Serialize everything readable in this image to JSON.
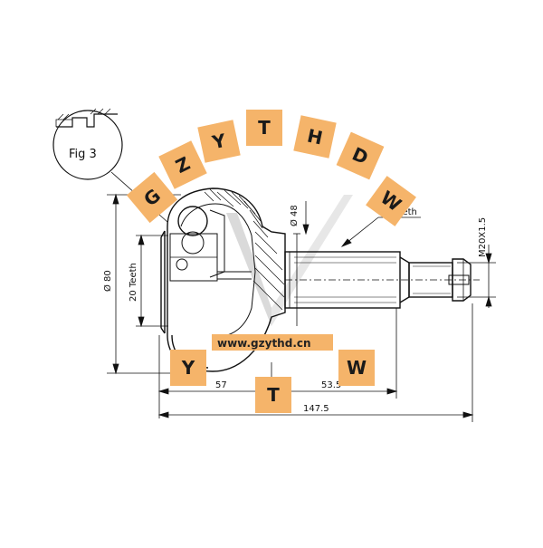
{
  "watermark": {
    "letters": [
      "G",
      "Z",
      "Y",
      "T",
      "H",
      "D",
      "W"
    ],
    "bottom_letters": [
      "Y",
      "T",
      "W"
    ],
    "url": "www.gzythd.cn",
    "tile_color": "#f5b46a",
    "url_bg_color": "#f5b46a"
  },
  "figure": {
    "callout": "Fig 3"
  },
  "dimensions": {
    "diameter_left": "Ø 80",
    "teeth_left": "20 Teeth",
    "diameter_seal": "Ø 48",
    "teeth_shaft": "22 Teeth",
    "thread": "M20X1.5",
    "length_57": "57",
    "length_53_5": "53.5",
    "length_total": "147.5"
  },
  "colors": {
    "line": "#111111",
    "watermark_v": "#cfcfcf"
  }
}
